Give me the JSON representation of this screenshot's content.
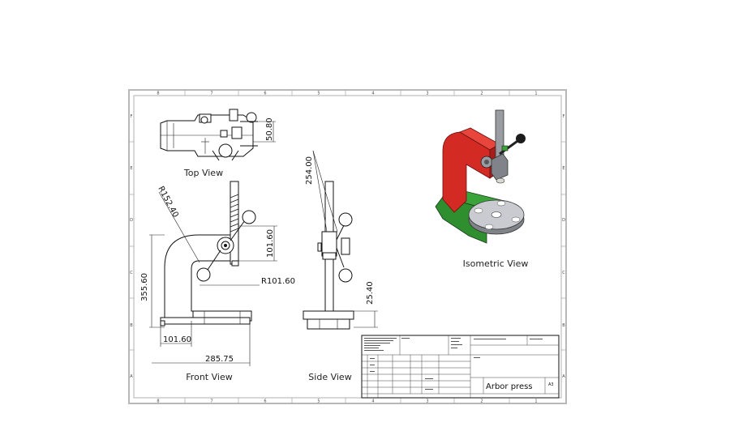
{
  "views": {
    "top": "Top View",
    "front": "Front View",
    "side": "Side View",
    "isometric": "Isometric View"
  },
  "dimensions": {
    "top_height": "50.80",
    "front_radius_arm": "R152.40",
    "front_plate": "101.60",
    "front_inner_radius": "R101.60",
    "front_height": "355.60",
    "front_base_left": "101.60",
    "front_width": "285.75",
    "side_height": "254.00",
    "side_base": "25.40"
  },
  "zones": {
    "columns": [
      "8",
      "7",
      "6",
      "5",
      "4",
      "3",
      "2",
      "1"
    ],
    "rows": [
      "F",
      "E",
      "D",
      "C",
      "B",
      "A"
    ]
  },
  "title_block": {
    "title": "Arbor press",
    "size": "A3"
  },
  "colors": {
    "frame": "#b8b8b8",
    "body_red": "#d42a24",
    "base_green": "#2f8f2f",
    "steel_gray": "#9a9ca2"
  }
}
